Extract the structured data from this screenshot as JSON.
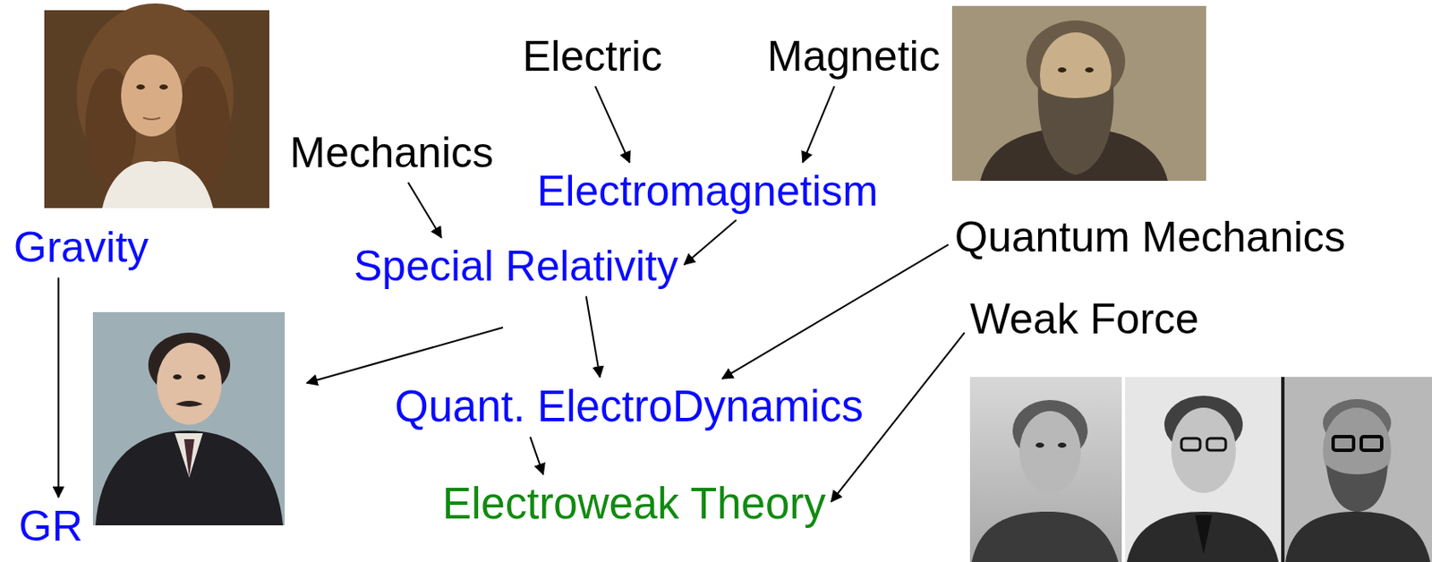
{
  "diagram": {
    "nodes": [
      {
        "text": [
          "Electric"
        ]
      },
      {
        "text": [
          "Magnetic"
        ]
      },
      {
        "text": [
          "Mechanics"
        ]
      },
      {
        "text": [
          "Electromagnetism"
        ]
      },
      {
        "text": [
          "Gravity"
        ]
      },
      {
        "text": [
          "Special Relativity"
        ]
      },
      {
        "text": [
          "Quantum Mechanics"
        ]
      },
      {
        "text": [
          "Weak Force"
        ]
      },
      {
        "text": [
          "Quant. ElectroDynamics"
        ]
      },
      {
        "text": [
          "Electroweak Theory"
        ]
      },
      {
        "text": [
          "GR"
        ]
      }
    ],
    "edges": [
      {
        "from": 0,
        "to": 3,
        "arrow": "to"
      },
      {
        "from": 1,
        "to": 3,
        "arrow": "to"
      },
      {
        "from": 2,
        "to": 5,
        "arrow": "to"
      },
      {
        "from": 3,
        "to": 5,
        "arrow": "to"
      },
      {
        "from": 4,
        "to": 10,
        "arrow": "to"
      },
      {
        "from": 5,
        "to": 8,
        "arrow": "to"
      },
      {
        "from": 6,
        "to": 8,
        "arrow": "to"
      },
      {
        "from": 8,
        "to": 9,
        "arrow": "to"
      },
      {
        "from": 7,
        "to": 9,
        "arrow": "to"
      }
    ]
  }
}
